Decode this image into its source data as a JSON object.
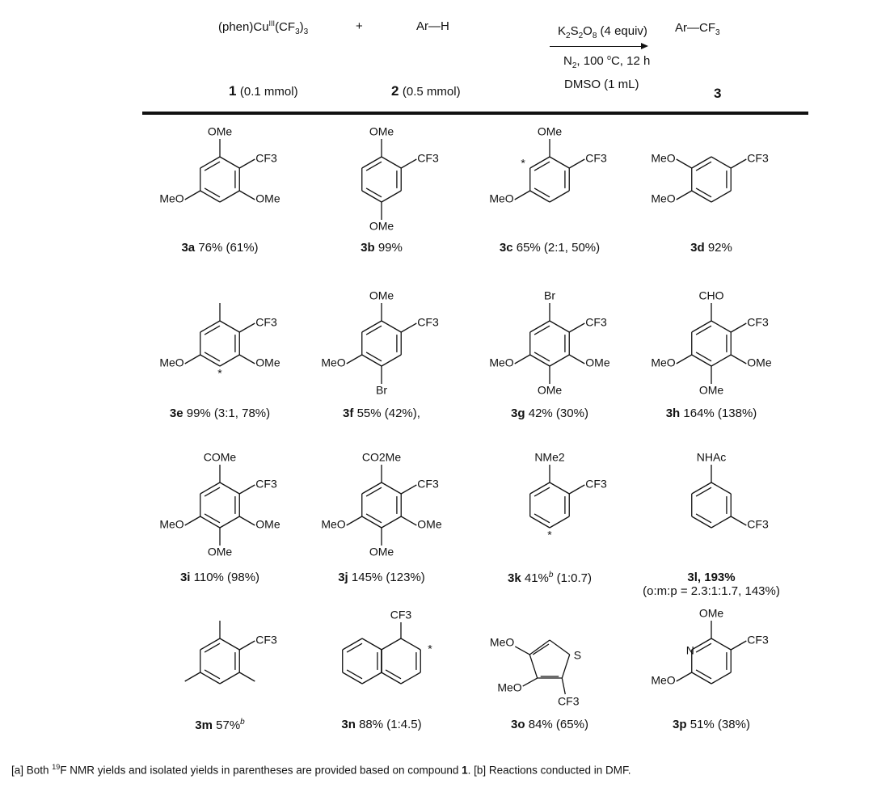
{
  "scheme": {
    "reagent1": {
      "pre": "(phen)Cu",
      "sup": "III",
      "post": "(CF",
      "sub": "3",
      "end": ")3"
    },
    "plus": "+",
    "reagent2": "Ar—H",
    "product": {
      "pre": "Ar—CF",
      "sub": "3"
    },
    "label1": {
      "num": "1",
      "amt": "(0.1 mmol)"
    },
    "label2": {
      "num": "2",
      "amt": "(0.5 mmol)"
    },
    "label3": "3",
    "cond_top": {
      "a": "K",
      "s1": "2",
      "b": "S",
      "s2": "2",
      "c": "O",
      "s3": "8",
      "d": " (4 equiv)"
    },
    "cond_mid": {
      "a": "N",
      "s1": "2",
      "b": ", 100 ",
      "sup": "o",
      "c": "C, 12 h"
    },
    "cond_bot": "DMSO (1 mL)"
  },
  "compounds": [
    {
      "id": "3a",
      "yield": " 76% (61%)",
      "subs": [
        [
          0,
          "OMe"
        ],
        [
          1,
          "CF3"
        ],
        [
          2,
          "OMe"
        ],
        [
          4,
          "MeO"
        ]
      ]
    },
    {
      "id": "3b",
      "yield": " 99%",
      "subs": [
        [
          0,
          "OMe"
        ],
        [
          1,
          "CF3"
        ],
        [
          3,
          "OMe"
        ]
      ]
    },
    {
      "id": "3c",
      "yield": " 65% (2:1, 50%)",
      "subs": [
        [
          0,
          "OMe"
        ],
        [
          1,
          "CF3"
        ],
        [
          4,
          "MeO"
        ],
        [
          5,
          "*"
        ]
      ]
    },
    {
      "id": "3d",
      "yield": " 92%",
      "subs": [
        [
          5,
          "MeO"
        ],
        [
          4,
          "MeO"
        ],
        [
          1,
          "CF3"
        ]
      ]
    },
    {
      "id": "3e",
      "yield": " 99% (3:1, 78%)",
      "subs": [
        [
          0,
          ""
        ],
        [
          1,
          "CF3"
        ],
        [
          2,
          "OMe"
        ],
        [
          4,
          "MeO"
        ],
        [
          3,
          "*"
        ]
      ]
    },
    {
      "id": "3f",
      "yield": " 55% (42%),",
      "subs": [
        [
          0,
          "OMe"
        ],
        [
          1,
          "CF3"
        ],
        [
          3,
          "Br"
        ],
        [
          4,
          "MeO"
        ]
      ]
    },
    {
      "id": "3g",
      "yield": " 42% (30%)",
      "subs": [
        [
          0,
          "Br"
        ],
        [
          1,
          "CF3"
        ],
        [
          2,
          "OMe"
        ],
        [
          3,
          "OMe"
        ],
        [
          4,
          "MeO"
        ]
      ]
    },
    {
      "id": "3h",
      "yield": " 164% (138%)",
      "subs": [
        [
          0,
          "CHO"
        ],
        [
          1,
          "CF3"
        ],
        [
          2,
          "OMe"
        ],
        [
          3,
          "OMe"
        ],
        [
          4,
          "MeO"
        ]
      ]
    },
    {
      "id": "3i",
      "yield": " 110% (98%)",
      "subs": [
        [
          0,
          "COMe"
        ],
        [
          1,
          "CF3"
        ],
        [
          2,
          "OMe"
        ],
        [
          3,
          "OMe"
        ],
        [
          4,
          "MeO"
        ]
      ]
    },
    {
      "id": "3j",
      "yield": " 145% (123%)",
      "subs": [
        [
          0,
          "CO2Me"
        ],
        [
          1,
          "CF3"
        ],
        [
          2,
          "OMe"
        ],
        [
          3,
          "OMe"
        ],
        [
          4,
          "MeO"
        ]
      ]
    },
    {
      "id": "3k",
      "yield": " 41%",
      "sup": "b",
      "extra": " (1:0.7)",
      "subs": [
        [
          0,
          "NMe2"
        ],
        [
          1,
          "CF3"
        ],
        [
          3,
          "*"
        ]
      ]
    },
    {
      "id": "3l, 193%",
      "line2": "(o:m:p = 2.3:1:1.7, 143%)",
      "subs": [
        [
          0,
          "NHAc"
        ],
        [
          2,
          "CF3"
        ]
      ]
    },
    {
      "id": "3m",
      "yield": " 57%",
      "sup": "b",
      "subs": [
        [
          0,
          ""
        ],
        [
          1,
          "CF3"
        ],
        [
          2,
          ""
        ],
        [
          4,
          ""
        ]
      ]
    },
    {
      "id": "3n",
      "yield": " 88% (1:4.5)",
      "subs": [
        [
          0,
          "CF3"
        ],
        [
          1,
          "*"
        ]
      ],
      "kind": "naph"
    },
    {
      "id": "3o",
      "yield": " 84% (65%)",
      "labels": [
        "MeO",
        "MeO",
        "S",
        "CF3"
      ],
      "kind": "thio"
    },
    {
      "id": "3p",
      "yield": " 51% (38%)",
      "subs": [
        [
          0,
          "OMe"
        ],
        [
          1,
          "CF3"
        ],
        [
          4,
          "MeO"
        ],
        [
          5,
          "N"
        ]
      ],
      "kind": "pyr"
    }
  ],
  "footnote": {
    "a1": "[a] Both ",
    "sup": "19",
    "a2": "F NMR yields and isolated yields in parentheses are provided based on compound ",
    "bold": "1",
    "a3": ". [b] Reactions conducted in DMF."
  }
}
